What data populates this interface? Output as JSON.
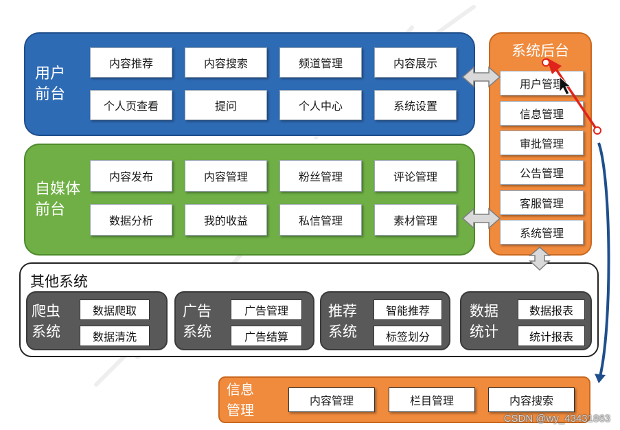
{
  "user_front": {
    "title": "用户\n前台",
    "items": [
      "内容推荐",
      "内容搜索",
      "频道管理",
      "内容展示",
      "个人页查看",
      "提问",
      "个人中心",
      "系统设置"
    ]
  },
  "media_front": {
    "title": "自媒体\n前台",
    "items": [
      "内容发布",
      "内容管理",
      "粉丝管理",
      "评论管理",
      "数据分析",
      "我的收益",
      "私信管理",
      "素材管理"
    ]
  },
  "backend": {
    "title": "系统后台",
    "items": [
      "用户管理",
      "信息管理",
      "审批管理",
      "公告管理",
      "客服管理",
      "系统管理"
    ]
  },
  "other_systems": {
    "title": "其他系统",
    "groups": [
      {
        "title": "爬虫\n系统",
        "items": [
          "数据爬取",
          "数据清洗"
        ]
      },
      {
        "title": "广告\n系统",
        "items": [
          "广告管理",
          "广告结算"
        ]
      },
      {
        "title": "推荐\n系统",
        "items": [
          "智能推荐",
          "标签划分"
        ]
      },
      {
        "title": "数据\n统计",
        "items": [
          "数据报表",
          "统计报表"
        ]
      }
    ]
  },
  "info_mgmt": {
    "title": "信息\n管理",
    "items": [
      "内容管理",
      "栏目管理",
      "内容搜索"
    ]
  },
  "watermark": "CSDN @wy_43431863",
  "colors": {
    "user_front": "#2e6bb5",
    "media_front": "#6faf45",
    "backend": "#f08a3c",
    "other_sub": "#595959",
    "annotation": "#e0241b"
  }
}
